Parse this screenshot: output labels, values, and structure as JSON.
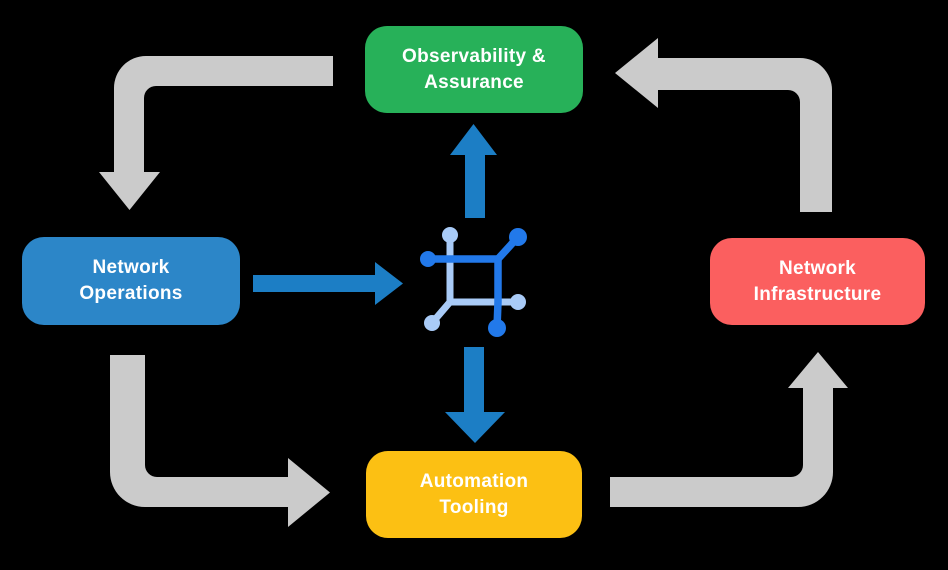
{
  "nodes": {
    "observability": {
      "line1": "Observability &",
      "line2": "Assurance",
      "color": "#27B159"
    },
    "operations": {
      "line1": "Network",
      "line2": "Operations",
      "color": "#2C86C8"
    },
    "infrastructure": {
      "line1": "Network",
      "line2": "Infrastructure",
      "color": "#FB5F5F"
    },
    "automation": {
      "line1": "Automation",
      "line2": "Tooling",
      "color": "#FCC013"
    }
  },
  "edges": {
    "cycle": [
      {
        "from": "observability",
        "to": "operations",
        "style": "gray-elbow"
      },
      {
        "from": "operations",
        "to": "automation",
        "style": "gray-elbow"
      },
      {
        "from": "automation",
        "to": "infrastructure",
        "style": "gray-elbow"
      },
      {
        "from": "infrastructure",
        "to": "observability",
        "style": "gray-elbow"
      }
    ],
    "flow": [
      {
        "from": "operations",
        "to": "center-icon",
        "style": "blue-straight"
      },
      {
        "from": "center-icon",
        "to": "observability",
        "style": "blue-straight"
      },
      {
        "from": "center-icon",
        "to": "automation",
        "style": "blue-straight"
      }
    ]
  },
  "center_icon": {
    "name": "network-mesh-icon"
  },
  "colors": {
    "background": "#000000",
    "text": "#FFFFFF",
    "cycle_arrow": "#CBCBCB",
    "flow_arrow": "#1C7EC5",
    "icon_dark_blue": "#2279EA",
    "icon_light_blue": "#A9CBF7"
  }
}
